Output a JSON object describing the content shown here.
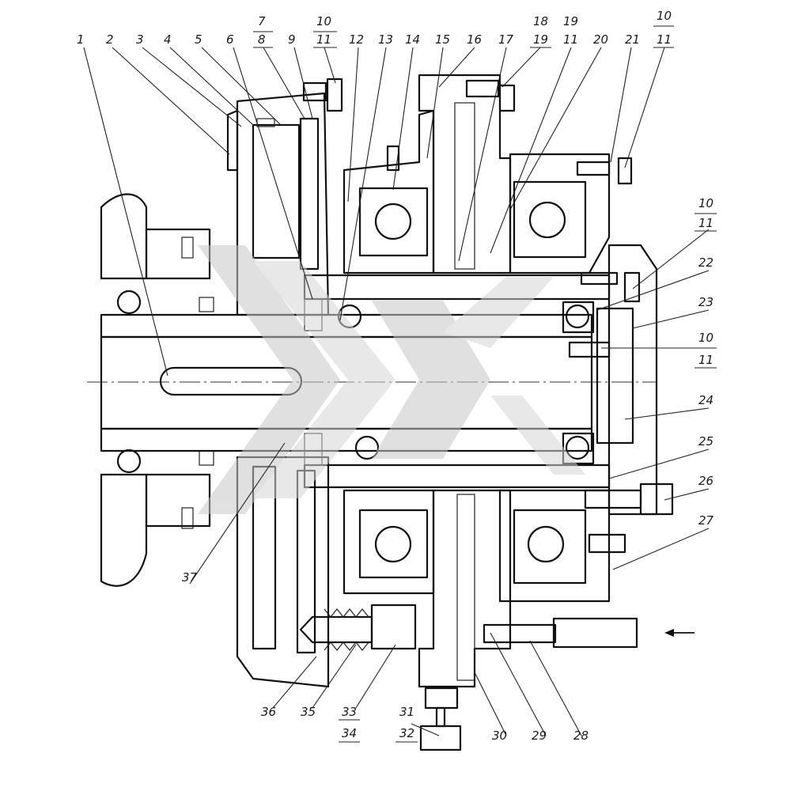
{
  "diagram": {
    "type": "mechanical-assembly-section",
    "colors": {
      "ink": "#111111",
      "paper": "#ffffff",
      "watermark": "#c8c8c8"
    },
    "arrow_icon": "flow-arrow-left-icon",
    "callouts": [
      {
        "id": "c1",
        "text": "1"
      },
      {
        "id": "c2",
        "text": "2"
      },
      {
        "id": "c3",
        "text": "3"
      },
      {
        "id": "c4",
        "text": "4"
      },
      {
        "id": "c5",
        "text": "5"
      },
      {
        "id": "c6",
        "text": "6"
      },
      {
        "id": "c7",
        "text": "7"
      },
      {
        "id": "c8",
        "text": "8"
      },
      {
        "id": "c9",
        "text": "9"
      },
      {
        "id": "c10a",
        "text": "10"
      },
      {
        "id": "c11a",
        "text": "11"
      },
      {
        "id": "c12",
        "text": "12"
      },
      {
        "id": "c13",
        "text": "13"
      },
      {
        "id": "c14",
        "text": "14"
      },
      {
        "id": "c15",
        "text": "15"
      },
      {
        "id": "c16",
        "text": "16"
      },
      {
        "id": "c17",
        "text": "17"
      },
      {
        "id": "c18",
        "text": "18"
      },
      {
        "id": "c19a",
        "text": "19"
      },
      {
        "id": "c19b",
        "text": "19"
      },
      {
        "id": "c11b",
        "text": "11"
      },
      {
        "id": "c20",
        "text": "20"
      },
      {
        "id": "c21",
        "text": "21"
      },
      {
        "id": "c10b",
        "text": "10"
      },
      {
        "id": "c11c",
        "text": "11"
      },
      {
        "id": "c10c",
        "text": "10"
      },
      {
        "id": "c11d",
        "text": "11"
      },
      {
        "id": "c22",
        "text": "22"
      },
      {
        "id": "c23",
        "text": "23"
      },
      {
        "id": "c10d",
        "text": "10"
      },
      {
        "id": "c11e",
        "text": "11"
      },
      {
        "id": "c24",
        "text": "24"
      },
      {
        "id": "c25",
        "text": "25"
      },
      {
        "id": "c26",
        "text": "26"
      },
      {
        "id": "c27",
        "text": "27"
      },
      {
        "id": "c28",
        "text": "28"
      },
      {
        "id": "c29",
        "text": "29"
      },
      {
        "id": "c30",
        "text": "30"
      },
      {
        "id": "c31",
        "text": "31"
      },
      {
        "id": "c32",
        "text": "32"
      },
      {
        "id": "c33",
        "text": "33"
      },
      {
        "id": "c34",
        "text": "34"
      },
      {
        "id": "c35",
        "text": "35"
      },
      {
        "id": "c36",
        "text": "36"
      },
      {
        "id": "c37",
        "text": "37"
      }
    ]
  }
}
